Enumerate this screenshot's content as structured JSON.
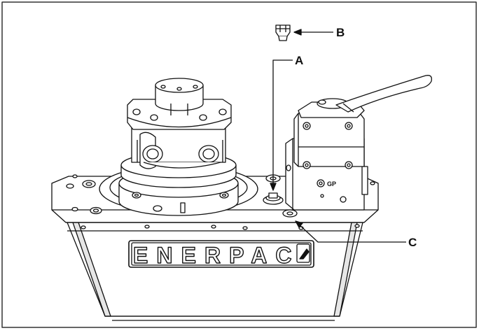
{
  "labels": {
    "a": "A",
    "b": "B",
    "c": "C"
  },
  "logo": {
    "text": "ENERPAC",
    "icon": "enerpac-hook-icon"
  },
  "valve_marking": "GP",
  "colors": {
    "line": "#111111",
    "fill": "#ffffff",
    "shade": "#cfcfcf",
    "border": "#333333"
  }
}
